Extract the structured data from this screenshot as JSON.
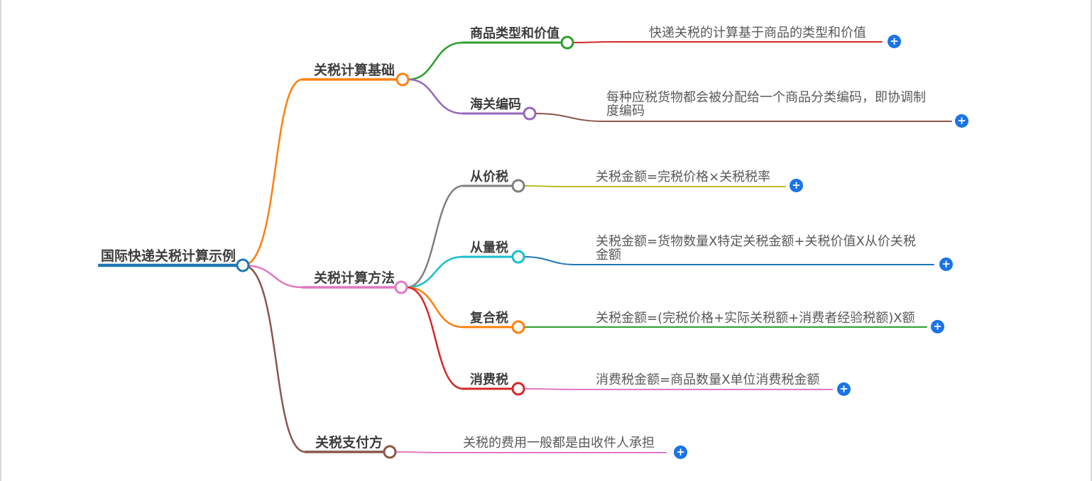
{
  "mindmap": {
    "root": {
      "label": "国际快递关税计算示例",
      "color": "#1f77b4",
      "children": [
        {
          "label": "关税计算基础",
          "color": "#ff7f0e",
          "children": [
            {
              "label": "商品类型和价值",
              "color": "#2ca02c",
              "desc": {
                "text": "快递关税的计算基于商品的类型和价值",
                "color": "#d62728"
              }
            },
            {
              "label": "海关编码",
              "color": "#9467bd",
              "desc": {
                "text": "每种应税货物都会被分配给一个商品分类编码，即协调制度编码",
                "color": "#8c564b"
              }
            }
          ]
        },
        {
          "label": "关税计算方法",
          "color": "#e377c2",
          "children": [
            {
              "label": "从价税",
              "color": "#7f7f7f",
              "desc": {
                "text": "关税金额=完税价格×关税税率",
                "color": "#bcbd22"
              }
            },
            {
              "label": "从量税",
              "color": "#17becf",
              "desc": {
                "text": "关税金额=货物数量X特定关税金额+关税价值X从价关税金额",
                "color": "#1f77b4"
              }
            },
            {
              "label": "复合税",
              "color": "#ff7f0e",
              "desc": {
                "text": "关税金额=(完税价格+实际关税额+消费者经验税额)X额",
                "color": "#2ca02c"
              }
            },
            {
              "label": "消费税",
              "color": "#d62728",
              "desc": {
                "text": "消费税金额=商品数量X单位消费税金额",
                "color": "#9467bd"
              }
            }
          ]
        },
        {
          "label": "关税支付方",
          "color": "#8c564b",
          "desc": {
            "text": "关税的费用一般都是由收件人承担",
            "color": "#e377c2"
          }
        }
      ]
    },
    "ui": {
      "plus_icon": "+",
      "plus_color": "#1a73e8",
      "background": "#ffffff",
      "label_text_color": "#3d3d3d",
      "desc_text_color": "#595959"
    }
  }
}
